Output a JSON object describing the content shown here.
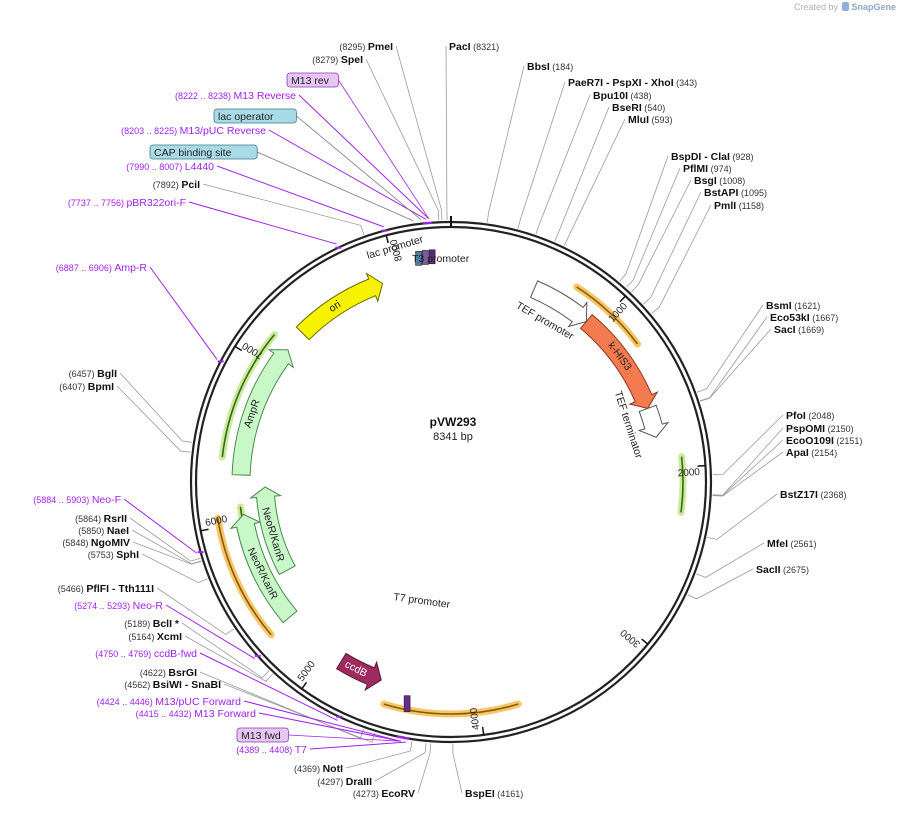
{
  "credit": {
    "created_by": "Created by",
    "brand": "SnapGene"
  },
  "plasmid": {
    "name": "pVW293",
    "size_label": "8341 bp",
    "length": 8341
  },
  "colors": {
    "enzyme_line": "#9a9a9a",
    "primer": "#a020f0",
    "feature_label": "#a020f0",
    "backbone": "#222222",
    "orange_glow": "#f5c66a",
    "green_glow": "#cfe99a"
  },
  "ticks": [
    {
      "label": "1000",
      "pos": 1000
    },
    {
      "label": "2000",
      "pos": 2000
    },
    {
      "label": "3000",
      "pos": 3000
    },
    {
      "label": "4000",
      "pos": 4000
    },
    {
      "label": "5000",
      "pos": 5000
    },
    {
      "label": "6000",
      "pos": 6000
    },
    {
      "label": "7000",
      "pos": 7000
    },
    {
      "label": "8000",
      "pos": 8000
    }
  ],
  "enzymes": [
    {
      "name": "PmeI",
      "pos": "(8295)",
      "bp": 8295
    },
    {
      "name": "SpeI",
      "pos": "(8279)",
      "bp": 8279
    },
    {
      "name": "PacI",
      "pos": "(8321)",
      "bp": 8321
    },
    {
      "name": "BbsI",
      "pos": "(184)",
      "bp": 184
    },
    {
      "name": "PaeR7I   - PspXI   - XhoI",
      "pos": "(343)",
      "bp": 343
    },
    {
      "name": "Bpu10I",
      "pos": "(438)",
      "bp": 438
    },
    {
      "name": "BseRI",
      "pos": "(540)",
      "bp": 540
    },
    {
      "name": "MluI",
      "pos": "(593)",
      "bp": 593
    },
    {
      "name": "BspDI   - ClaI",
      "pos": "(928)",
      "bp": 928
    },
    {
      "name": "PflMI",
      "pos": "(974)",
      "bp": 974
    },
    {
      "name": "BsgI",
      "pos": "(1008)",
      "bp": 1008
    },
    {
      "name": "BstAPI",
      "pos": "(1095)",
      "bp": 1095
    },
    {
      "name": "PmlI",
      "pos": "(1158)",
      "bp": 1158
    },
    {
      "name": "BsmI",
      "pos": "(1621)",
      "bp": 1621
    },
    {
      "name": "Eco53kI",
      "pos": "(1667)",
      "bp": 1667
    },
    {
      "name": "SacI",
      "pos": "(1669)",
      "bp": 1669
    },
    {
      "name": "PfoI",
      "pos": "(2048)",
      "bp": 2048
    },
    {
      "name": "PspOMI",
      "pos": "(2150)",
      "bp": 2150
    },
    {
      "name": "EcoO109I",
      "pos": "(2151)",
      "bp": 2151
    },
    {
      "name": "ApaI",
      "pos": "(2154)",
      "bp": 2154
    },
    {
      "name": "BstZ17I",
      "pos": "(2368)",
      "bp": 2368
    },
    {
      "name": "MfeI",
      "pos": "(2561)",
      "bp": 2561
    },
    {
      "name": "SacII",
      "pos": "(2675)",
      "bp": 2675
    },
    {
      "name": "BspEI",
      "pos": "(4161)",
      "bp": 4161
    },
    {
      "name": "EcoRV",
      "pos": "(4273)",
      "bp": 4273
    },
    {
      "name": "DraIII",
      "pos": "(4297)",
      "bp": 4297
    },
    {
      "name": "NotI",
      "pos": "(4369)",
      "bp": 4369
    },
    {
      "name": "BsiWI   - SnaBI",
      "pos": "(4562)",
      "bp": 4562
    },
    {
      "name": "BsrGI",
      "pos": "(4622)",
      "bp": 4622
    },
    {
      "name": "XcmI",
      "pos": "(5164)",
      "bp": 5164
    },
    {
      "name": "BclI *",
      "pos": "(5189)",
      "bp": 5189
    },
    {
      "name": "PflFI   - Tth111I",
      "pos": "(5466)",
      "bp": 5466
    },
    {
      "name": "SphI",
      "pos": "(5753)",
      "bp": 5753
    },
    {
      "name": "NgoMIV",
      "pos": "(5848)",
      "bp": 5848
    },
    {
      "name": "NaeI",
      "pos": "(5850)",
      "bp": 5850
    },
    {
      "name": "RsrII",
      "pos": "(5864)",
      "bp": 5864
    },
    {
      "name": "BpmI",
      "pos": "(6407)",
      "bp": 6407
    },
    {
      "name": "BglI",
      "pos": "(6457)",
      "bp": 6457
    },
    {
      "name": "PciI",
      "pos": "(7892)",
      "bp": 7892
    }
  ],
  "feature_labels": [
    {
      "range": "(8222 .. 8238)",
      "name": "M13 Reverse",
      "bp": 8230
    },
    {
      "range": "(8203 .. 8225)",
      "name": "M13/pUC Reverse",
      "bp": 8214
    },
    {
      "range": "(7990 .. 8007)",
      "name": "L4440",
      "bp": 7998
    },
    {
      "range": "(7737 .. 7756)",
      "name": "pBR322ori-F",
      "bp": 7746
    },
    {
      "range": "(6887 .. 6906)",
      "name": "Amp-R",
      "bp": 6896
    },
    {
      "range": "(5884 .. 5903)",
      "name": "Neo-F",
      "bp": 5893
    },
    {
      "range": "(5274 .. 5293)",
      "name": "Neo-R",
      "bp": 5283
    },
    {
      "range": "(4750 .. 4769)",
      "name": "ccdB-fwd",
      "bp": 4760
    },
    {
      "range": "(4424 .. 4446)",
      "name": "M13/pUC Forward",
      "bp": 4435
    },
    {
      "range": "(4415 .. 4432)",
      "name": "M13 Forward",
      "bp": 4424
    },
    {
      "range": "(4389 .. 4408)",
      "name": "T7",
      "bp": 4398
    }
  ],
  "boxed_labels": [
    {
      "name": "M13 rev",
      "bp": 8230
    },
    {
      "name": "lac operator",
      "bp": 8190
    },
    {
      "name": "CAP binding site",
      "bp": 8150
    },
    {
      "name": "M13 fwd",
      "bp": 4424
    }
  ],
  "features": [
    {
      "name": "ori",
      "label": "ori",
      "start": 7300,
      "end": 7900,
      "ring": 0,
      "color": "#f7f300",
      "stroke": "#6b6b00"
    },
    {
      "name": "k-HIS3",
      "label": "k-HIS3",
      "start": 930,
      "end": 1610,
      "ring": 0,
      "color": "#f47a4f",
      "stroke": "#8c3a1f"
    },
    {
      "name": "TEF promoter",
      "label": "TEF promoter",
      "start": 540,
      "end": 930,
      "ring": 0,
      "color": "#ffffff",
      "stroke": "#555555"
    },
    {
      "name": "TEF terminator",
      "label": "TEF terminator",
      "start": 1610,
      "end": 1800,
      "ring": 0,
      "color": "#ffffff",
      "stroke": "#555555"
    },
    {
      "name": "AmpR",
      "label": "AmpR",
      "start": 6300,
      "end": 7160,
      "ring": 0,
      "color": "#c8f7c8",
      "stroke": "#4a8a4a"
    },
    {
      "name": "NeoR/KanR outer",
      "label": "NeoR/KanR",
      "start": 5330,
      "end": 6050,
      "ring": 0,
      "color": "#c8f7c8",
      "stroke": "#4a8a4a"
    },
    {
      "name": "NeoR/KanR inner",
      "label": "NeoR/KanR",
      "start": 5600,
      "end": 6220,
      "ring": 1,
      "color": "#c8f7c8",
      "stroke": "#4a8a4a"
    },
    {
      "name": "ccdB",
      "label": "ccdB",
      "start": 4900,
      "end": 4620,
      "ring": 0,
      "color": "#9e2b60",
      "stroke": "#5a1535"
    }
  ],
  "center": {
    "title": "pVW293",
    "subtitle": "8341 bp"
  },
  "inner_labels": {
    "lac_promoter": "lac promoter",
    "t3_promoter": "T3 promoter",
    "t7_promoter": "T7 promoter"
  }
}
